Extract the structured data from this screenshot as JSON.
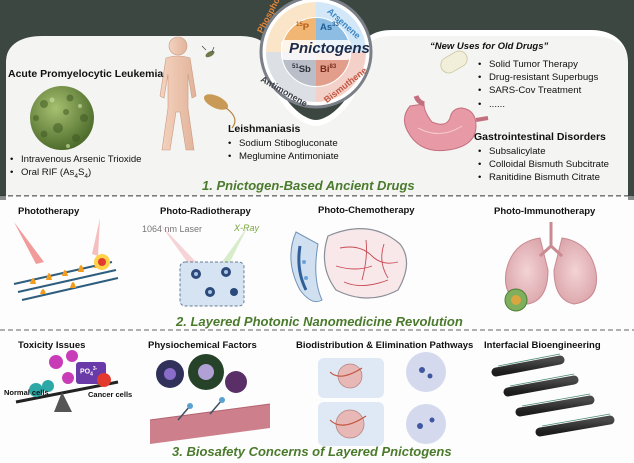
{
  "colors": {
    "section_title": "#4a7a2c",
    "frame": "#3d4742",
    "phosphorus": "#e2873a",
    "arsenic": "#3b86c6",
    "antimony": "#6a6f7a",
    "bismuth": "#c2553f"
  },
  "center": {
    "title": "Pnictogens",
    "elements": [
      {
        "mark": "15",
        "symbol": "P",
        "name": "Phosphorene"
      },
      {
        "mark": "33",
        "symbol": "As",
        "name": "Arsenene"
      },
      {
        "mark": "51",
        "symbol": "Sb",
        "name": "Antimonene"
      },
      {
        "mark": "83",
        "symbol": "Bi",
        "name": "Bismuthene"
      }
    ]
  },
  "section1": {
    "title": "1. Pnictogen-Based Ancient Drugs",
    "apl": {
      "title": "Acute Promyelocytic Leukemia",
      "items": [
        "Intravenous Arsenic Trioxide",
        "Oral RIF (As"
      ],
      "rif_sub1": "4",
      "rif_mid": "S",
      "rif_sub2": "4",
      "rif_close": ")"
    },
    "leish": {
      "title": "Leishmaniasis",
      "items": [
        "Sodium Stibogluconate",
        "Meglumine Antimoniate"
      ]
    },
    "new_uses": {
      "title": "“New Uses for Old Drugs”",
      "items": [
        "Solid Tumor Therapy",
        "Drug-resistant Superbugs",
        "SARS-Cov Treatment",
        "......"
      ]
    },
    "gi": {
      "title": "Gastrointestinal Disorders",
      "items": [
        "Subsalicylate",
        "Colloidal Bismuth Subcitrate",
        "Ranitidine Bismuth Citrate"
      ]
    }
  },
  "section2": {
    "title": "2. Layered Photonic Nanomedicine Revolution",
    "panels": [
      "Phototherapy",
      "Photo-Radiotherapy",
      "Photo-Chemotherapy",
      "Photo-Immunotherapy"
    ],
    "laser_label": "1064 nm Laser",
    "xray_label": "X-Ray"
  },
  "section3": {
    "title": "3. Biosafety Concerns of Layered Pnictogens",
    "panels": [
      "Toxicity Issues",
      "Physiochemical Factors",
      "Biodistribution & Elimination Pathways",
      "Interfacial Bioengineering"
    ],
    "normal_cells": "Normal cells",
    "cancer_cells": "Cancer cells",
    "po4_a": "PO",
    "po4_sub": "4",
    "po4_sup": "3-"
  }
}
